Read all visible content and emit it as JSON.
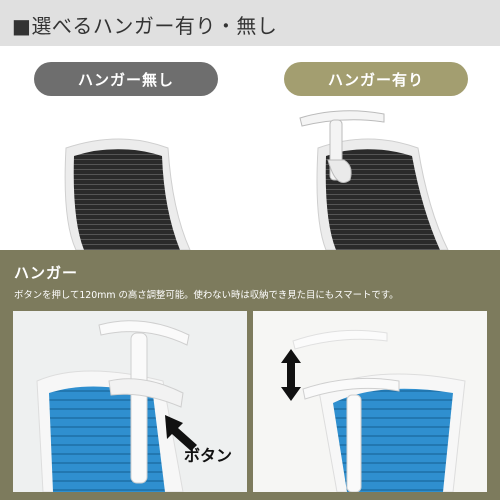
{
  "header": {
    "title": "■選べるハンガー有り・無し"
  },
  "options": {
    "without_label": "ハンガー無し",
    "with_label": "ハンガー有り"
  },
  "panel": {
    "title": "ハンガー",
    "description": "ボタンを押して120mm の高さ調整可能。使わない時は収納でき見た目にもスマートです。"
  },
  "callouts": {
    "button_label": "ボタン"
  },
  "colors": {
    "header_bg": "#e0e0e0",
    "pill_without": "#6e6e6e",
    "pill_with": "#a39e70",
    "panel_bg": "#7d7b5d",
    "mesh_black": "#2a2a2a",
    "mesh_blue": "#2f8fcf",
    "frame_white": "#f2f2f2"
  },
  "icons": {
    "arrow": "pointing-arrow-icon",
    "updown": "up-down-arrow-icon"
  }
}
